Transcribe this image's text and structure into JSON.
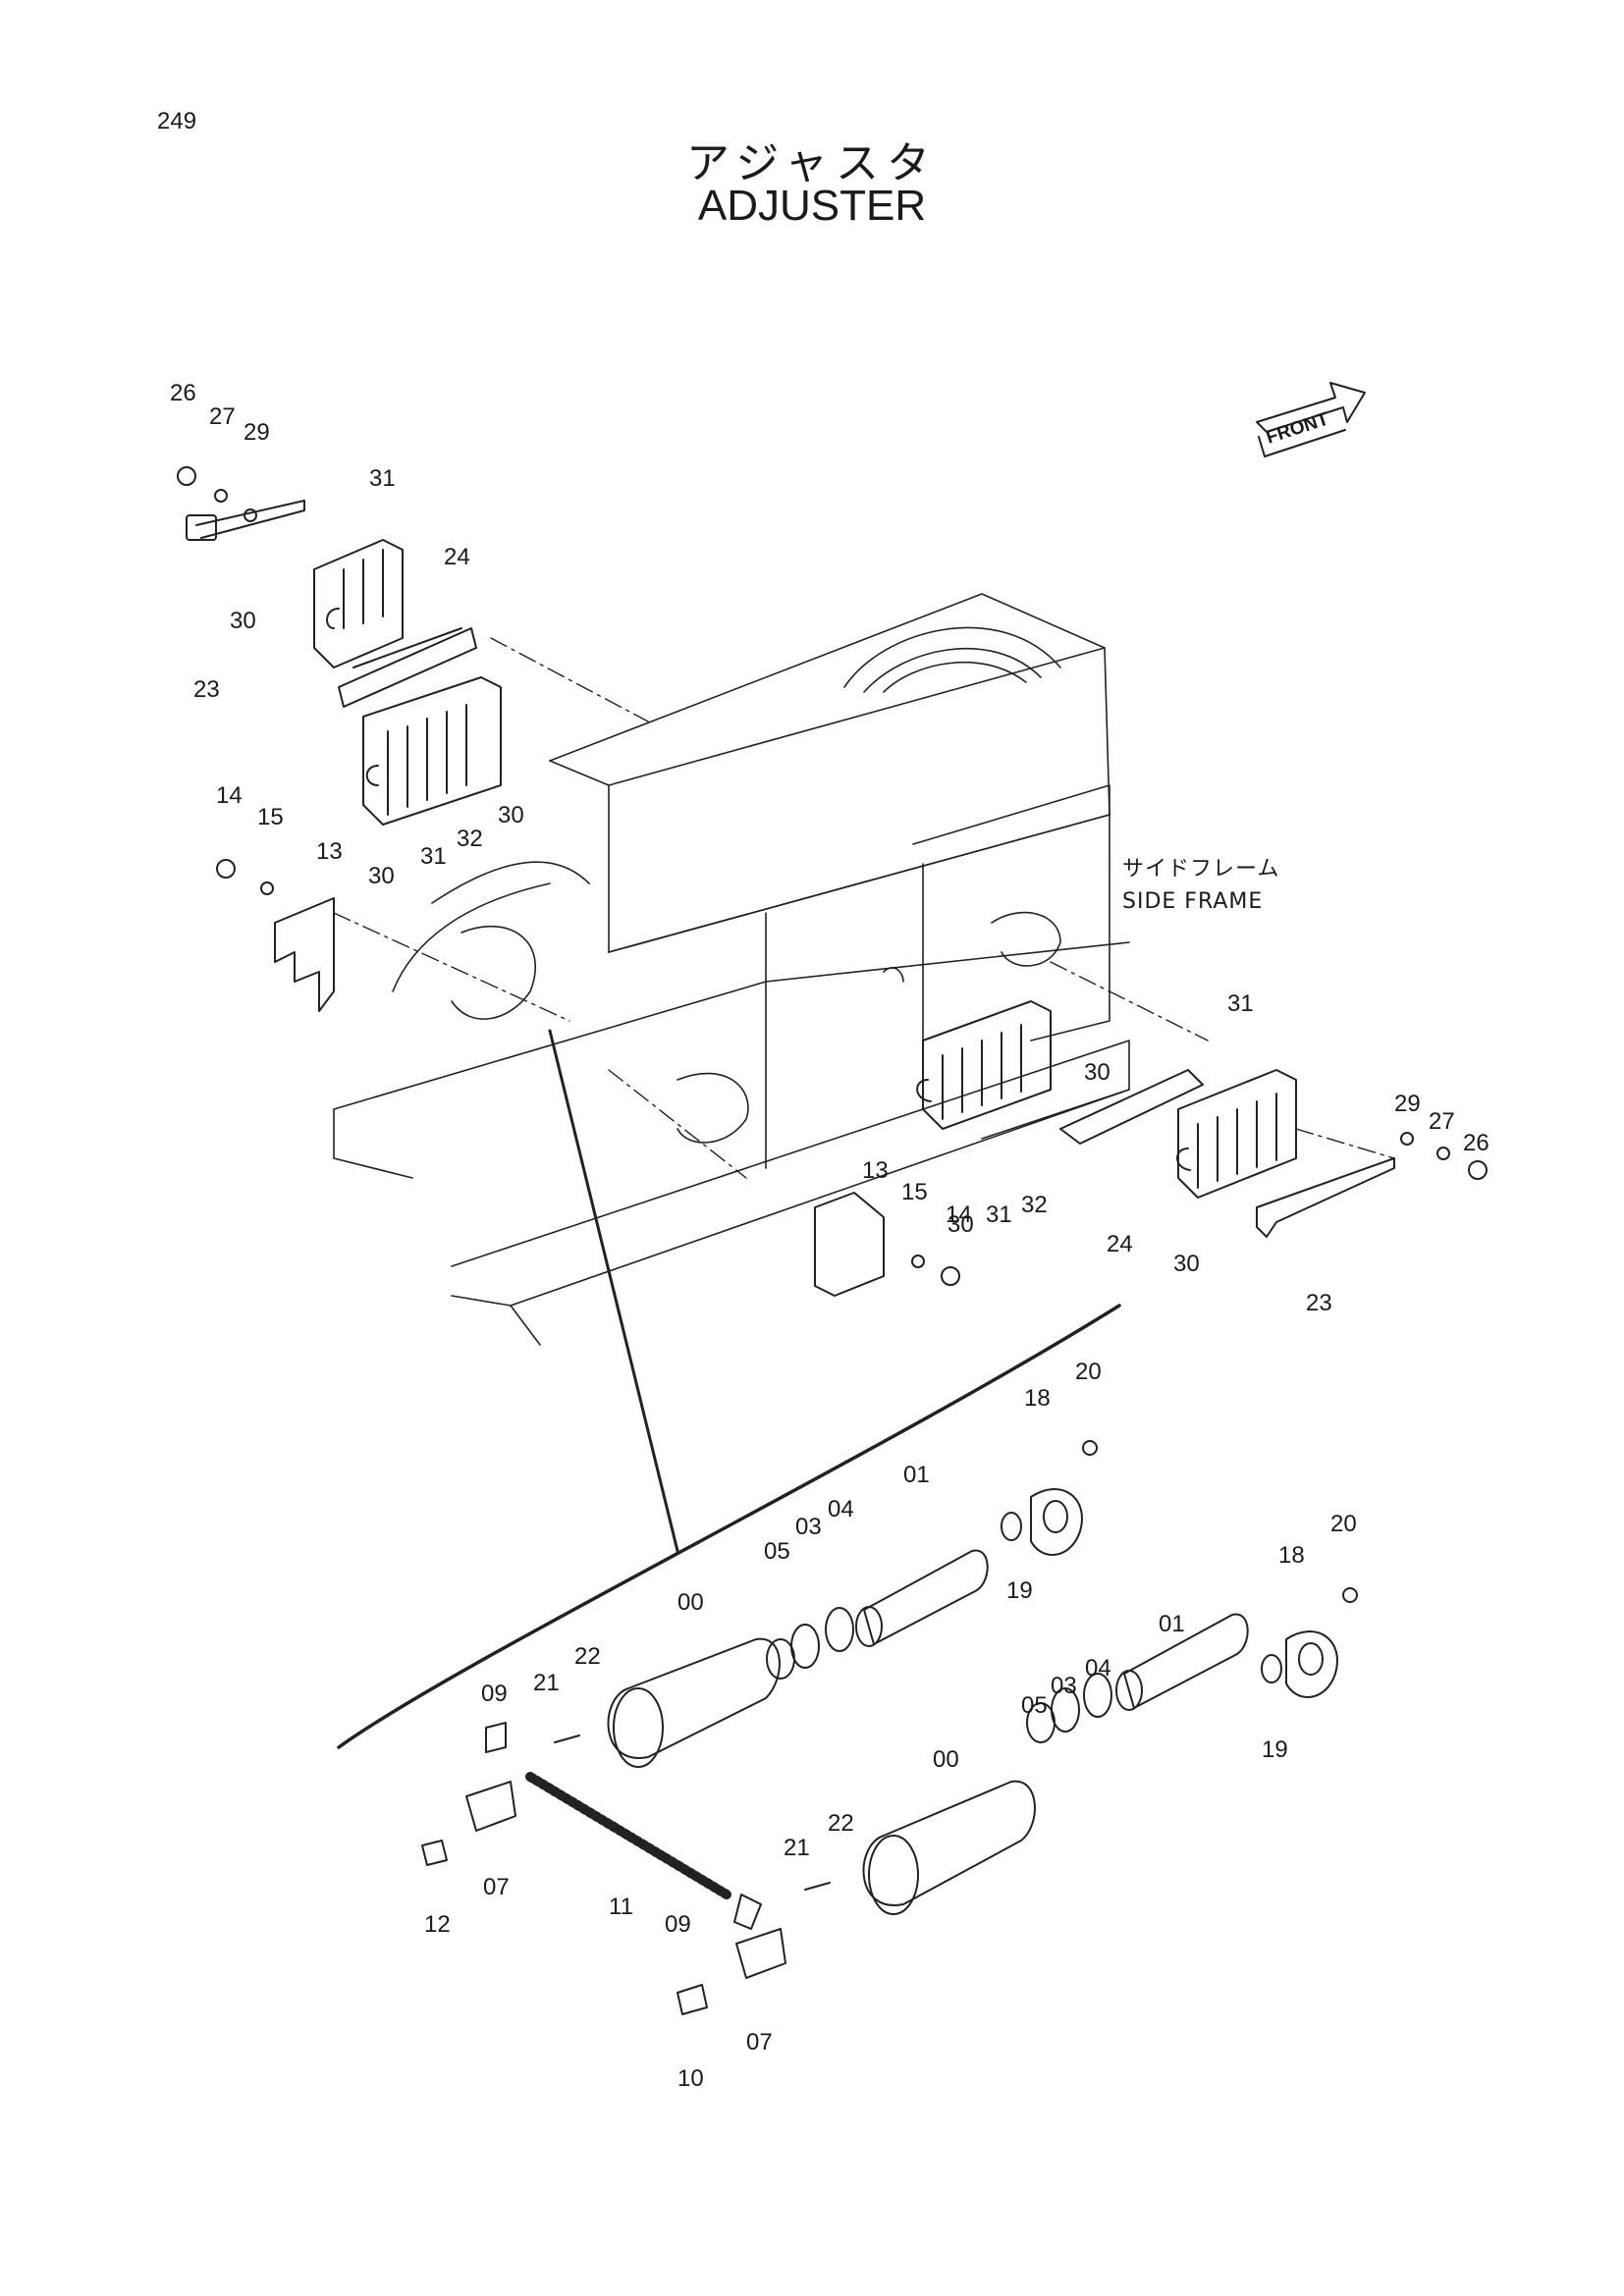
{
  "page": {
    "number": "249",
    "title_jp": "アジャスタ",
    "title_en": "ADJUSTER"
  },
  "front_arrow": {
    "label": "FRONT"
  },
  "side_frame": {
    "label_jp": "サイドフレーム",
    "label_en": "SIDE FRAME"
  },
  "callouts": {
    "c26a": "26",
    "c27a": "27",
    "c29a": "29",
    "c31a": "31",
    "c24a": "24",
    "c30a": "30",
    "c23a": "23",
    "c30b": "30",
    "c30c": "30",
    "c31b": "31",
    "c32a": "32",
    "c14a": "14",
    "c15a": "15",
    "c13a": "13",
    "c31c": "31",
    "c30d": "30",
    "c30e": "30",
    "c31d": "31",
    "c32b": "32",
    "c24b": "24",
    "c30f": "30",
    "c29b": "29",
    "c27b": "27",
    "c26b": "26",
    "c23b": "23",
    "c13b": "13",
    "c15b": "15",
    "c14b": "14",
    "c20a": "20",
    "c18a": "18",
    "c01a": "01",
    "c04a": "04",
    "c03a": "03",
    "c05a": "05",
    "c19a": "19",
    "c00a": "00",
    "c20b": "20",
    "c18b": "18",
    "c01b": "01",
    "c04b": "04",
    "c03b": "03",
    "c05b": "05",
    "c19b": "19",
    "c00b": "00",
    "c09a": "09",
    "c21a": "21",
    "c22a": "22",
    "c07a": "07",
    "c12a": "12",
    "c11a": "11",
    "c09b": "09",
    "c21b": "21",
    "c22b": "22",
    "c07b": "07",
    "c10a": "10"
  }
}
